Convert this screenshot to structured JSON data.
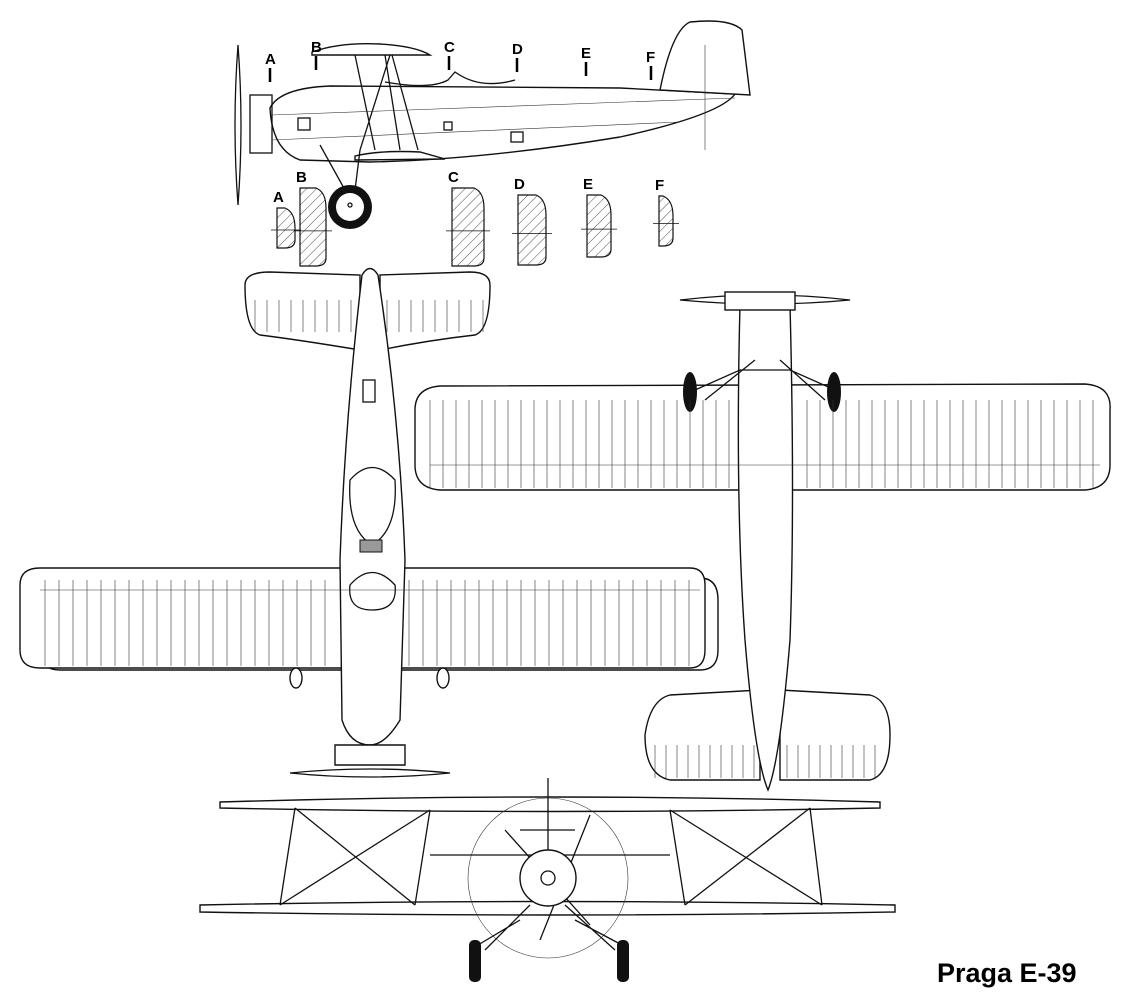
{
  "title": "Praga E-39",
  "station_labels": [
    "A",
    "B",
    "C",
    "D",
    "E",
    "F"
  ],
  "section_labels": [
    "A",
    "B",
    "C",
    "D",
    "E",
    "F"
  ]
}
